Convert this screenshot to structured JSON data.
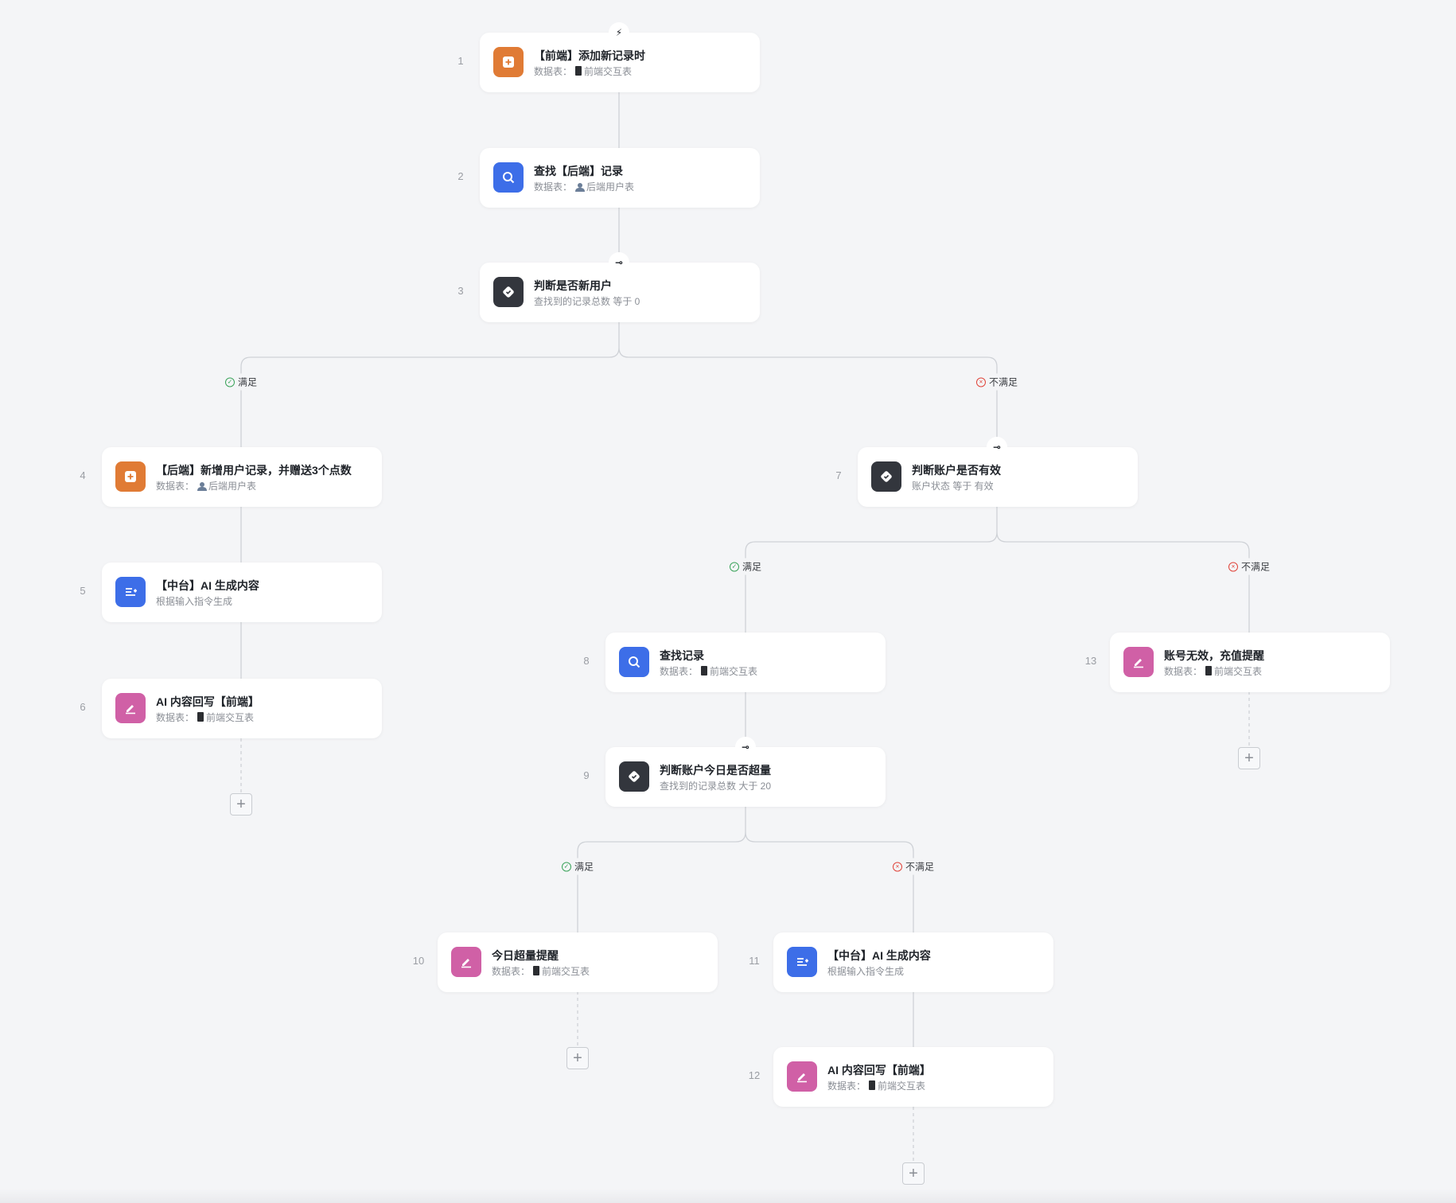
{
  "table_prefix": "数据表：",
  "branches": {
    "yes": "满足",
    "no": "不满足"
  },
  "colors": {
    "orange": "#e07b35",
    "blue": "#3d6ee8",
    "dark": "#33363d",
    "pink": "#d060a6",
    "background": "#f4f5f7"
  },
  "nodes": [
    {
      "num": "1",
      "title": "【前端】添加新记录时",
      "table": "前端交互表",
      "icon": "add-record-icon"
    },
    {
      "num": "2",
      "title": "查找【后端】记录",
      "table": "后端用户表",
      "icon": "search-icon"
    },
    {
      "num": "3",
      "title": "判断是否新用户",
      "sub": "查找到的记录总数 等于 0",
      "icon": "condition-icon"
    },
    {
      "num": "4",
      "title": "【后端】新增用户记录，并赠送3个点数",
      "table": "后端用户表",
      "icon": "add-record-icon"
    },
    {
      "num": "5",
      "title": "【中台】AI 生成内容",
      "sub": "根据输入指令生成",
      "icon": "ai-generate-icon"
    },
    {
      "num": "6",
      "title": "AI 内容回写【前端】",
      "table": "前端交互表",
      "icon": "edit-icon"
    },
    {
      "num": "7",
      "title": "判断账户是否有效",
      "sub": "账户状态 等于 有效",
      "icon": "condition-icon"
    },
    {
      "num": "8",
      "title": "查找记录",
      "table": "前端交互表",
      "icon": "search-icon"
    },
    {
      "num": "9",
      "title": "判断账户今日是否超量",
      "sub": "查找到的记录总数 大于 20",
      "icon": "condition-icon"
    },
    {
      "num": "10",
      "title": "今日超量提醒",
      "table": "前端交互表",
      "icon": "edit-icon"
    },
    {
      "num": "11",
      "title": "【中台】AI 生成内容",
      "sub": "根据输入指令生成",
      "icon": "ai-generate-icon"
    },
    {
      "num": "12",
      "title": "AI 内容回写【前端】",
      "table": "前端交互表",
      "icon": "edit-icon"
    },
    {
      "num": "13",
      "title": "账号无效，充值提醒",
      "table": "前端交互表",
      "icon": "edit-icon"
    }
  ]
}
